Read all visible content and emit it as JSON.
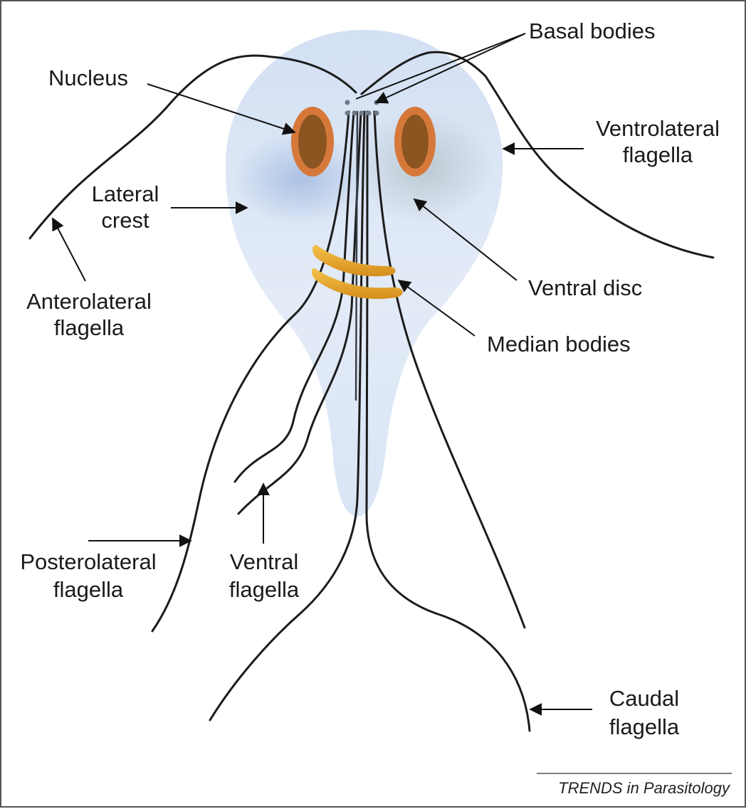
{
  "labels": {
    "basal_bodies": "Basal bodies",
    "nucleus": "Nucleus",
    "ventrolateral_1": "Ventrolateral",
    "ventrolateral_2": "flagella",
    "lateral_crest_1": "Lateral",
    "lateral_crest_2": "crest",
    "anterolateral_1": "Anterolateral",
    "anterolateral_2": "flagella",
    "ventral_disc": "Ventral disc",
    "median_bodies": "Median bodies",
    "posterolateral_1": "Posterolateral",
    "posterolateral_2": "flagella",
    "ventral_flagella_1": "Ventral",
    "ventral_flagella_2": "flagella",
    "caudal_1": "Caudal",
    "caudal_2": "flagella"
  },
  "credit": "TRENDS in Parasitology",
  "colors": {
    "cell_body": "#dce7f5",
    "disc_shade": "#b7c8e6",
    "nucleus_outer": "#d5783a",
    "nucleus_inner": "#8a5520",
    "median_bodies": "#e7a628",
    "flagella": "#1c1c1c"
  }
}
